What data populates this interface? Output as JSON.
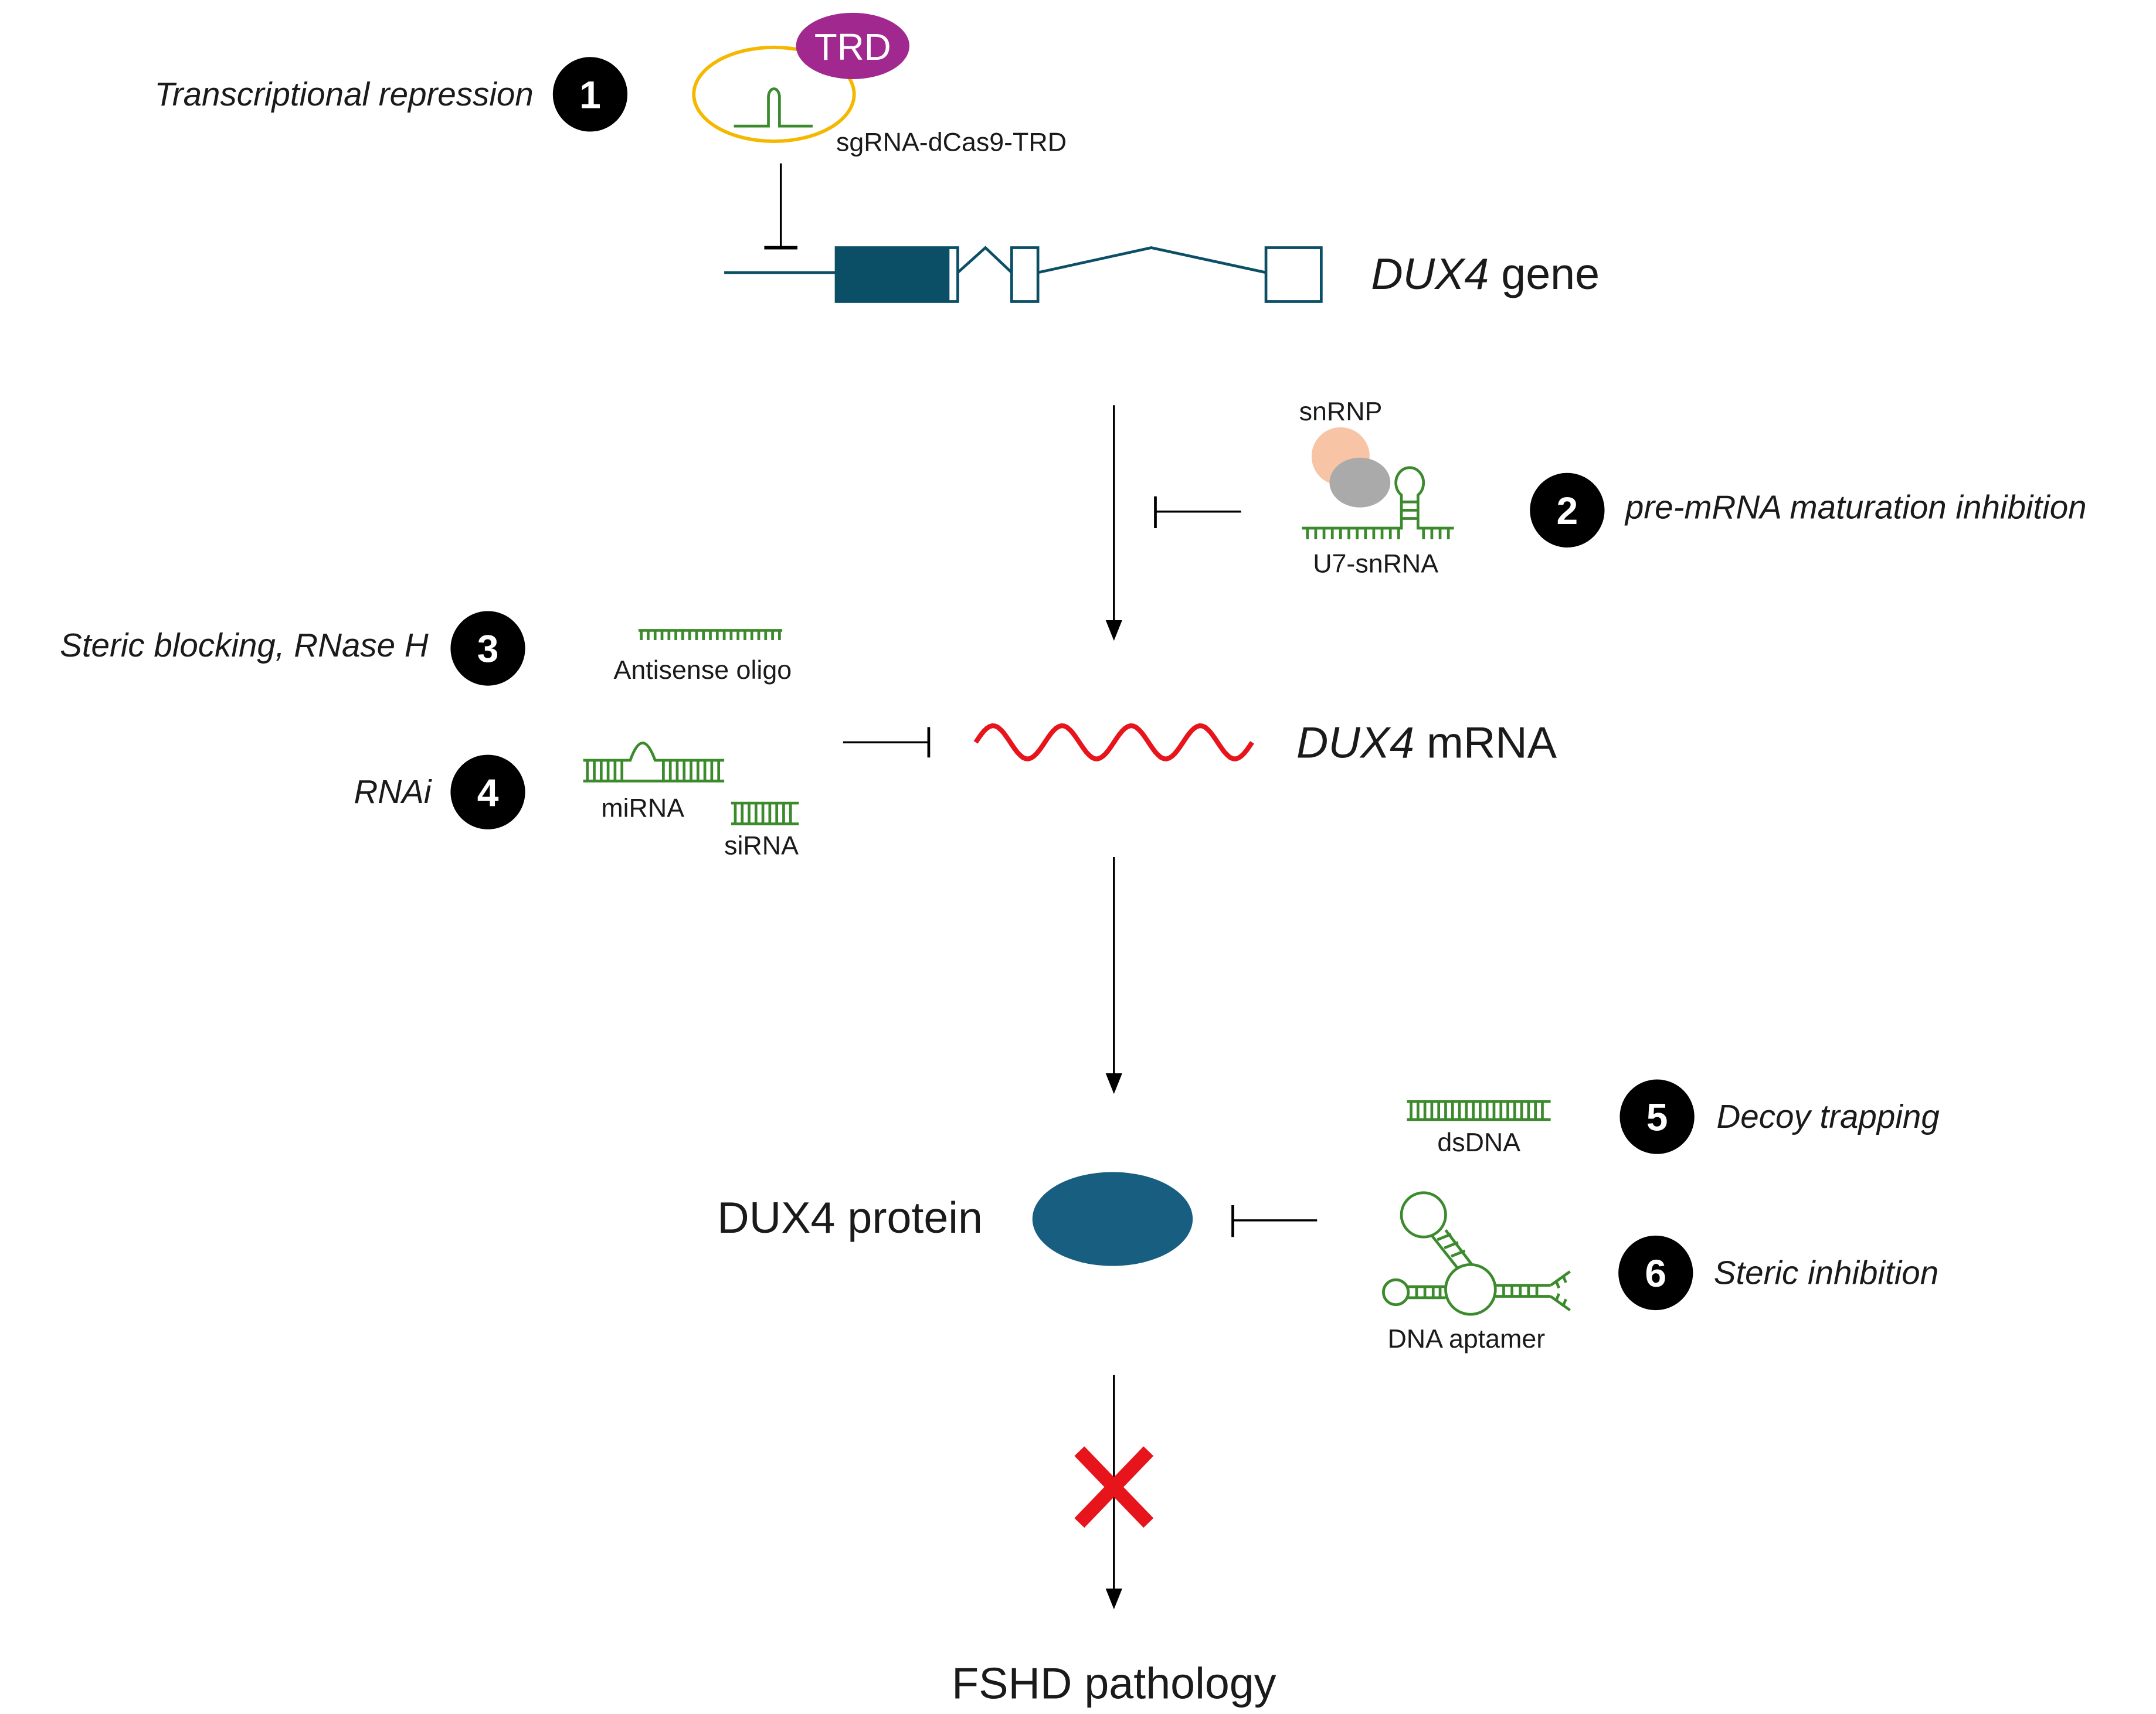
{
  "colors": {
    "rna_green": "#3b8a2c",
    "gene_teal": "#0b4f66",
    "protein_blue": "#175e80",
    "mrna_red": "#e8141c",
    "cas9_yellow": "#f5b800",
    "trd_purple": "#a0288e",
    "snrnp_peach": "#f7c4a5",
    "snrnp_gray": "#aaaaaa",
    "badge_black": "#000000"
  },
  "steps": {
    "gene": {
      "italic": "DUX4",
      "rest": " gene"
    },
    "mrna": {
      "italic": "DUX4",
      "rest": " mRNA"
    },
    "protein": "DUX4 protein",
    "outcome": "FSHD pathology"
  },
  "mechanisms": [
    {
      "number": "1",
      "label": "Transcriptional repression"
    },
    {
      "number": "2",
      "label": "pre-mRNA maturation inhibition"
    },
    {
      "number": "3",
      "label": "Steric blocking, RNase H"
    },
    {
      "number": "4",
      "label": "RNAi"
    },
    {
      "number": "5",
      "label": "Decoy trapping"
    },
    {
      "number": "6",
      "label": "Steric inhibition"
    }
  ],
  "agents": {
    "trd": "TRD",
    "sgrna_cas9": "sgRNA-dCas9-TRD",
    "snrnp": "snRNP",
    "u7": "U7-snRNA",
    "aso": "Antisense oligo",
    "mirna": "miRNA",
    "sirna": "siRNA",
    "dsdna": "dsDNA",
    "aptamer": "DNA aptamer"
  },
  "blocked_icon": "red-x-icon"
}
